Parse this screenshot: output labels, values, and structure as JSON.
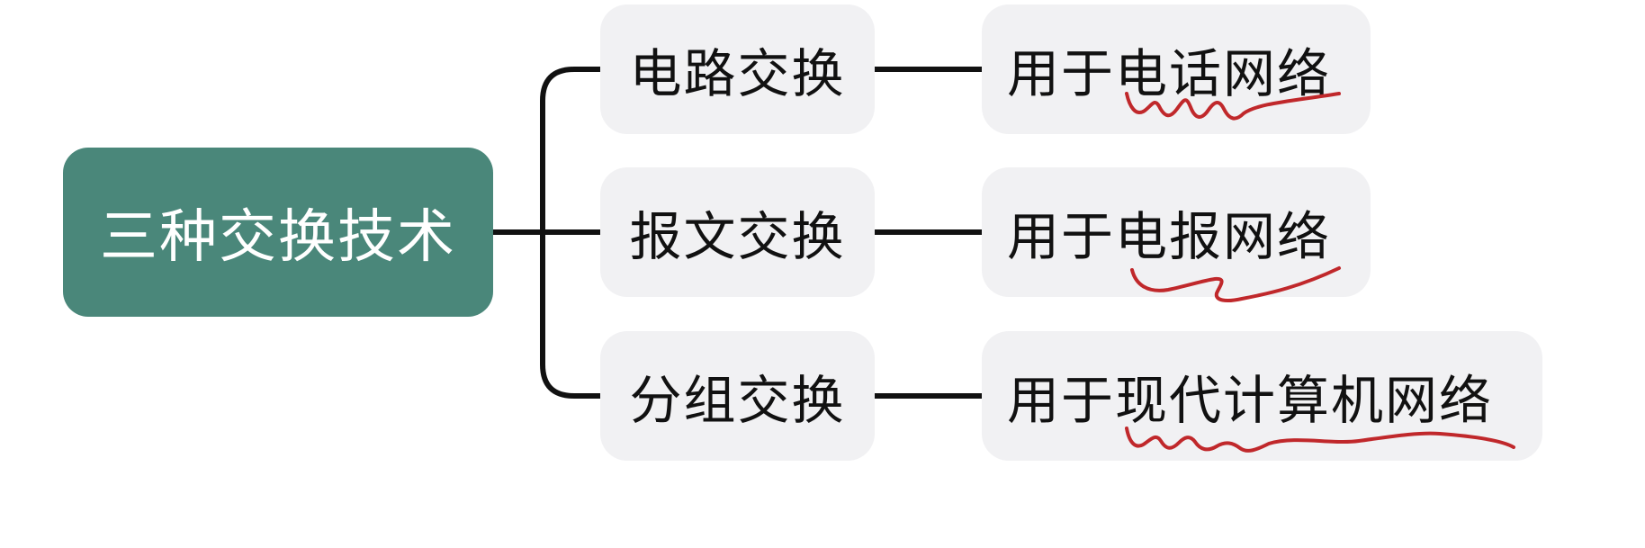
{
  "diagram": {
    "root": {
      "label": "三种交换技术"
    },
    "branches": [
      {
        "label": "电路交换",
        "use": {
          "prefix": "用于",
          "emphasis": "电话网络"
        }
      },
      {
        "label": "报文交换",
        "use": {
          "prefix": "用于",
          "emphasis": "电报网络"
        }
      },
      {
        "label": "分组交换",
        "use": {
          "prefix": "用于",
          "emphasis": "现代计算机网络"
        }
      }
    ]
  },
  "colors": {
    "root_fill": "#4a877a",
    "node_fill": "#f1f1f3",
    "connector": "#111111",
    "underline": "#c0282b"
  }
}
